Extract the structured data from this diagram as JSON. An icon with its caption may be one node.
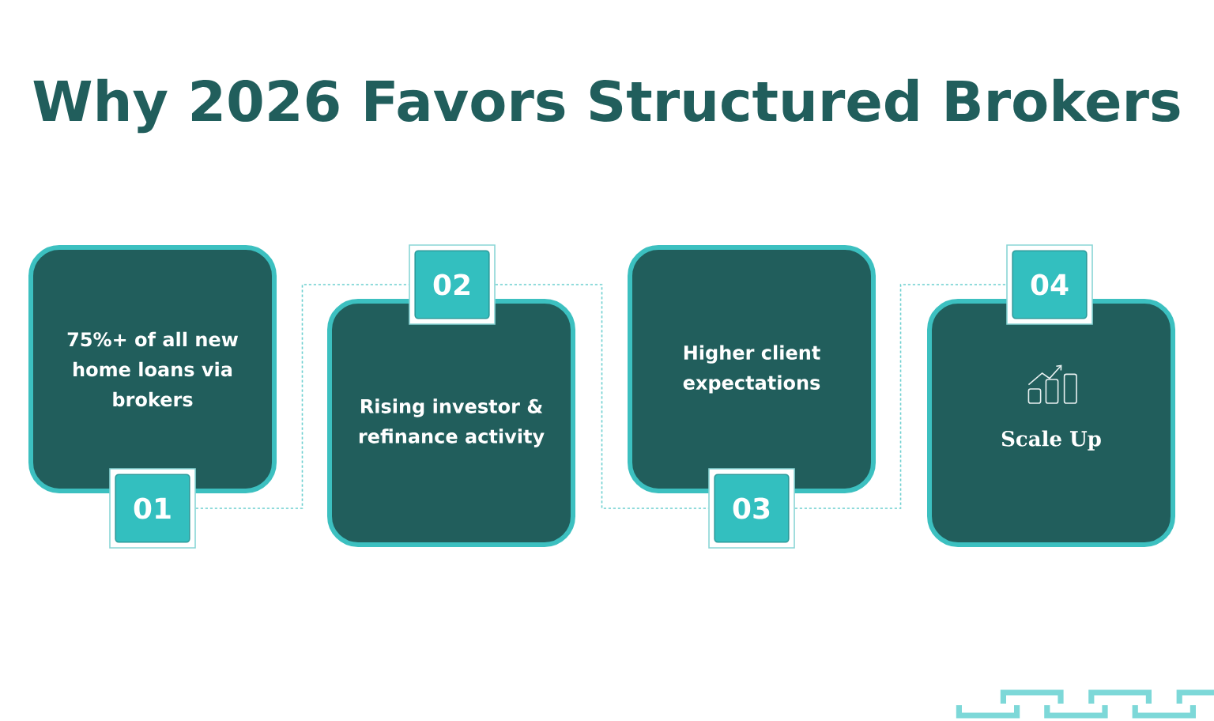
{
  "diagram": {
    "title": "Why 2026 Favors Structured Brokers",
    "nodes": [
      {
        "text": [
          "75%+ of all new home loans via brokers"
        ]
      },
      {
        "text": [
          "01"
        ]
      },
      {
        "text": [
          "Rising investor & refinance activity"
        ]
      },
      {
        "text": [
          "02"
        ]
      },
      {
        "text": [
          "Higher client expectations"
        ]
      },
      {
        "text": [
          "03"
        ]
      },
      {
        "text": [
          "Scale Up"
        ]
      },
      {
        "text": [
          "04"
        ]
      }
    ],
    "edges": [
      {
        "from": 1,
        "to": 3,
        "arrow": "none",
        "style": "dashed"
      },
      {
        "from": 3,
        "to": 5,
        "arrow": "none",
        "style": "dashed"
      },
      {
        "from": 5,
        "to": 7,
        "arrow": "none",
        "style": "dashed"
      }
    ]
  }
}
